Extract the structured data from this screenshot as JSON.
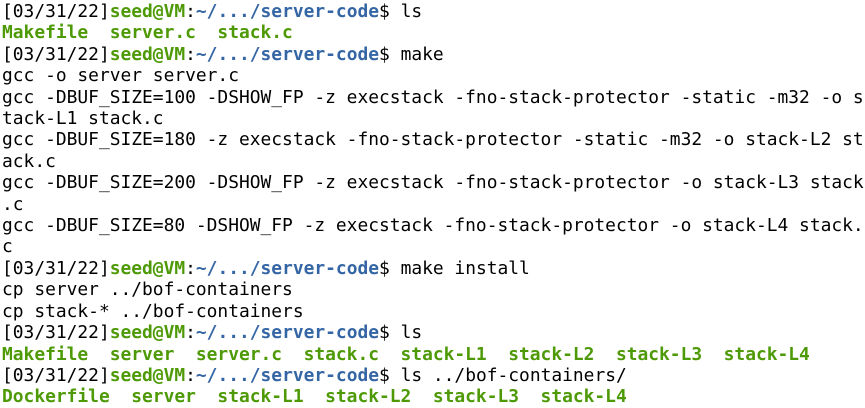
{
  "terminal": {
    "colors": {
      "background": "#ffffff",
      "foreground": "#000000",
      "prompt_user_green": "#4e9a06",
      "prompt_path_blue": "#3465a4",
      "file_listing_green": "#4e9a06"
    },
    "prompt": {
      "date": "[03/31/22]",
      "user_host": "seed@VM",
      "separator": ":",
      "cwd": "~/.../server-code",
      "symbol": "$"
    },
    "lines": [
      {
        "type": "prompt",
        "segments": [
          {
            "name": "prompt-date",
            "style": "plain",
            "text": "[03/31/22]"
          },
          {
            "name": "prompt-user-host",
            "style": "green",
            "text": "seed@VM"
          },
          {
            "name": "prompt-colon",
            "style": "plain",
            "text": ":"
          },
          {
            "name": "prompt-cwd",
            "style": "blue",
            "text": "~/.../server-code"
          },
          {
            "name": "prompt-dollar",
            "style": "plain",
            "text": "$ "
          },
          {
            "name": "command",
            "style": "plain",
            "text": "ls"
          }
        ]
      },
      {
        "type": "files",
        "segments": [
          {
            "name": "file-list",
            "style": "green",
            "text": "Makefile  server.c  stack.c"
          }
        ]
      },
      {
        "type": "prompt",
        "segments": [
          {
            "name": "prompt-date",
            "style": "plain",
            "text": "[03/31/22]"
          },
          {
            "name": "prompt-user-host",
            "style": "green",
            "text": "seed@VM"
          },
          {
            "name": "prompt-colon",
            "style": "plain",
            "text": ":"
          },
          {
            "name": "prompt-cwd",
            "style": "blue",
            "text": "~/.../server-code"
          },
          {
            "name": "prompt-dollar",
            "style": "plain",
            "text": "$ "
          },
          {
            "name": "command",
            "style": "plain",
            "text": "make"
          }
        ]
      },
      {
        "type": "output",
        "segments": [
          {
            "name": "output-text",
            "style": "plain",
            "text": "gcc -o server server.c"
          }
        ]
      },
      {
        "type": "output",
        "segments": [
          {
            "name": "output-text",
            "style": "plain",
            "text": "gcc -DBUF_SIZE=100 -DSHOW_FP -z execstack -fno-stack-protector -static -m32 -o s"
          }
        ]
      },
      {
        "type": "output",
        "segments": [
          {
            "name": "output-text",
            "style": "plain",
            "text": "tack-L1 stack.c"
          }
        ]
      },
      {
        "type": "output",
        "segments": [
          {
            "name": "output-text",
            "style": "plain",
            "text": "gcc -DBUF_SIZE=180 -z execstack -fno-stack-protector -static -m32 -o stack-L2 st"
          }
        ]
      },
      {
        "type": "output",
        "segments": [
          {
            "name": "output-text",
            "style": "plain",
            "text": "ack.c"
          }
        ]
      },
      {
        "type": "output",
        "segments": [
          {
            "name": "output-text",
            "style": "plain",
            "text": "gcc -DBUF_SIZE=200 -DSHOW_FP -z execstack -fno-stack-protector -o stack-L3 stack"
          }
        ]
      },
      {
        "type": "output",
        "segments": [
          {
            "name": "output-text",
            "style": "plain",
            "text": ".c"
          }
        ]
      },
      {
        "type": "output",
        "segments": [
          {
            "name": "output-text",
            "style": "plain",
            "text": "gcc -DBUF_SIZE=80 -DSHOW_FP -z execstack -fno-stack-protector -o stack-L4 stack."
          }
        ]
      },
      {
        "type": "output",
        "segments": [
          {
            "name": "output-text",
            "style": "plain",
            "text": "c"
          }
        ]
      },
      {
        "type": "prompt",
        "segments": [
          {
            "name": "prompt-date",
            "style": "plain",
            "text": "[03/31/22]"
          },
          {
            "name": "prompt-user-host",
            "style": "green",
            "text": "seed@VM"
          },
          {
            "name": "prompt-colon",
            "style": "plain",
            "text": ":"
          },
          {
            "name": "prompt-cwd",
            "style": "blue",
            "text": "~/.../server-code"
          },
          {
            "name": "prompt-dollar",
            "style": "plain",
            "text": "$ "
          },
          {
            "name": "command",
            "style": "plain",
            "text": "make install"
          }
        ]
      },
      {
        "type": "output",
        "segments": [
          {
            "name": "output-text",
            "style": "plain",
            "text": "cp server ../bof-containers"
          }
        ]
      },
      {
        "type": "output",
        "segments": [
          {
            "name": "output-text",
            "style": "plain",
            "text": "cp stack-* ../bof-containers"
          }
        ]
      },
      {
        "type": "prompt",
        "segments": [
          {
            "name": "prompt-date",
            "style": "plain",
            "text": "[03/31/22]"
          },
          {
            "name": "prompt-user-host",
            "style": "green",
            "text": "seed@VM"
          },
          {
            "name": "prompt-colon",
            "style": "plain",
            "text": ":"
          },
          {
            "name": "prompt-cwd",
            "style": "blue",
            "text": "~/.../server-code"
          },
          {
            "name": "prompt-dollar",
            "style": "plain",
            "text": "$ "
          },
          {
            "name": "command",
            "style": "plain",
            "text": "ls"
          }
        ]
      },
      {
        "type": "files",
        "segments": [
          {
            "name": "file-list",
            "style": "green",
            "text": "Makefile  server  server.c  stack.c  stack-L1  stack-L2  stack-L3  stack-L4"
          }
        ]
      },
      {
        "type": "prompt",
        "segments": [
          {
            "name": "prompt-date",
            "style": "plain",
            "text": "[03/31/22]"
          },
          {
            "name": "prompt-user-host",
            "style": "green",
            "text": "seed@VM"
          },
          {
            "name": "prompt-colon",
            "style": "plain",
            "text": ":"
          },
          {
            "name": "prompt-cwd",
            "style": "blue",
            "text": "~/.../server-code"
          },
          {
            "name": "prompt-dollar",
            "style": "plain",
            "text": "$ "
          },
          {
            "name": "command",
            "style": "plain",
            "text": "ls ../bof-containers/"
          }
        ]
      },
      {
        "type": "files",
        "segments": [
          {
            "name": "file-list",
            "style": "green",
            "text": "Dockerfile  server  stack-L1  stack-L2  stack-L3  stack-L4"
          }
        ]
      }
    ]
  }
}
